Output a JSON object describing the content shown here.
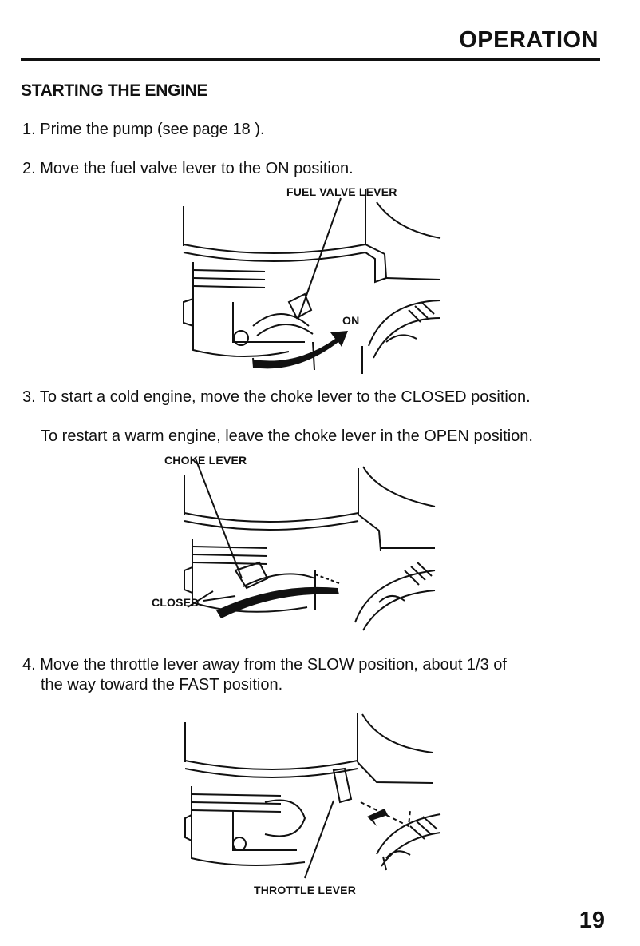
{
  "header": {
    "title": "OPERATION"
  },
  "section": {
    "title": "STARTING THE ENGINE"
  },
  "steps": [
    {
      "text": "1. Prime the pump (see page 18 )."
    },
    {
      "text": "2. Move the fuel valve lever to the ON position."
    },
    {
      "text": "3. To start a cold engine, move the choke lever to the CLOSED position.",
      "sub": "To restart a warm engine, leave the choke lever in the OPEN position."
    },
    {
      "line1": "4. Move the throttle lever away from the SLOW position, about 1/3 of",
      "line2": "the way toward the FAST position."
    }
  ],
  "figures": {
    "fuel": {
      "callout": "FUEL VALVE LEVER",
      "position_label": "ON"
    },
    "choke": {
      "callout": "CHOKE LEVER",
      "position_label": "CLOSED"
    },
    "throttle": {
      "callout": "THROTTLE LEVER"
    }
  },
  "page_number": "19"
}
